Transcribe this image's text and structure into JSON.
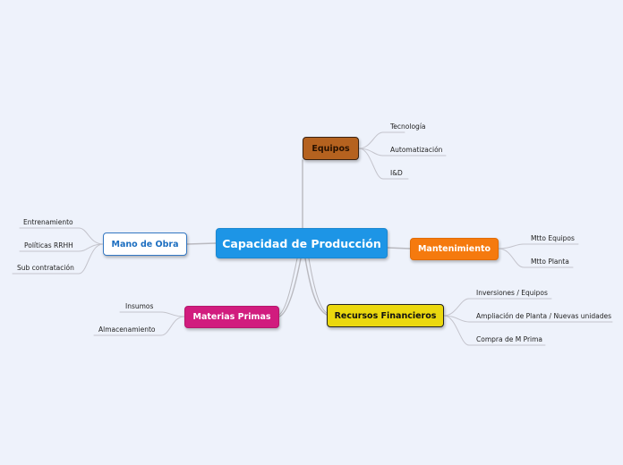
{
  "central": "Capacidad de Producción",
  "branches": {
    "equipos": {
      "label": "Equipos",
      "children": [
        "Tecnología",
        "Automatización",
        "I&D"
      ]
    },
    "mano_de_obra": {
      "label": "Mano de Obra",
      "children": [
        "Entrenamiento",
        "Políticas RRHH",
        "Sub contratación"
      ]
    },
    "mantenimiento": {
      "label": "Mantenimiento",
      "children": [
        "Mtto Equipos",
        "Mtto Planta"
      ]
    },
    "materias_primas": {
      "label": "Materias Primas",
      "children": [
        "Insumos",
        "Almacenamiento"
      ]
    },
    "recursos_financieros": {
      "label": "Recursos Financieros",
      "children": [
        "Inversiones / Equipos",
        "Ampliación de Planta / Nuevas unidades",
        "Compra de M Prima"
      ]
    }
  },
  "colors": {
    "background": "#eef2fb",
    "central": "#1d95e6",
    "equipos": "#b5621f",
    "mano_de_obra_border": "#3478c3",
    "mantenimiento": "#f57a0e",
    "materias_primas": "#d11c7e",
    "recursos_financieros": "#ebd80e",
    "connector": "#b9b9bf"
  }
}
